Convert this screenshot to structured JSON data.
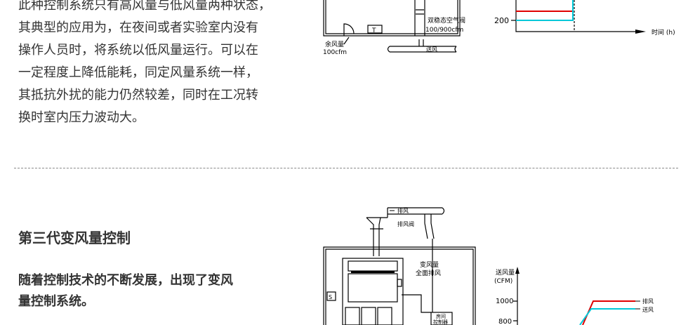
{
  "intro": {
    "lines": [
      "此种控制系统只有高风量与低风量两种状态，",
      "其典型的应用为，在夜间或者实验室内没有",
      "操作人员时，将系统以低风量运行。可以在",
      "一定程度上降低能耗，同定风量系统一样，",
      "其抵抗外扰的能力仍然较差，同时在工况转",
      "换时室内压力波动大。"
    ]
  },
  "diagram_top": {
    "valve_label": "双稳态空气阀",
    "valve_value": "100/900cfm",
    "residual_label": "余风量",
    "residual_value": "100cfm",
    "thermostat": "T",
    "supply_label": "送风"
  },
  "chart_top": {
    "tick_200": "200",
    "x_axis_label": "时间 (h)",
    "colors": {
      "exhaust": "#e00000",
      "supply": "#00c8d8"
    }
  },
  "section3": {
    "title": "第三代变风量控制",
    "body_lines": [
      "随着控制技术的不断发展，出现了变风",
      "量控制系统。"
    ]
  },
  "diagram_bottom": {
    "exhaust_label": "排风",
    "damper_label": "排风阀",
    "supply_label": "变风量",
    "supply_label2": "全面排风",
    "sensor": "S",
    "controller_label": "房间",
    "controller_label2": "控制器"
  },
  "chart_bottom": {
    "y_label": "送风量",
    "y_unit": "(CFM)",
    "ticks": [
      "1000",
      "800"
    ],
    "legend_exhaust": "排风",
    "legend_supply": "送风",
    "colors": {
      "exhaust": "#e00000",
      "supply": "#00c8d8"
    }
  }
}
